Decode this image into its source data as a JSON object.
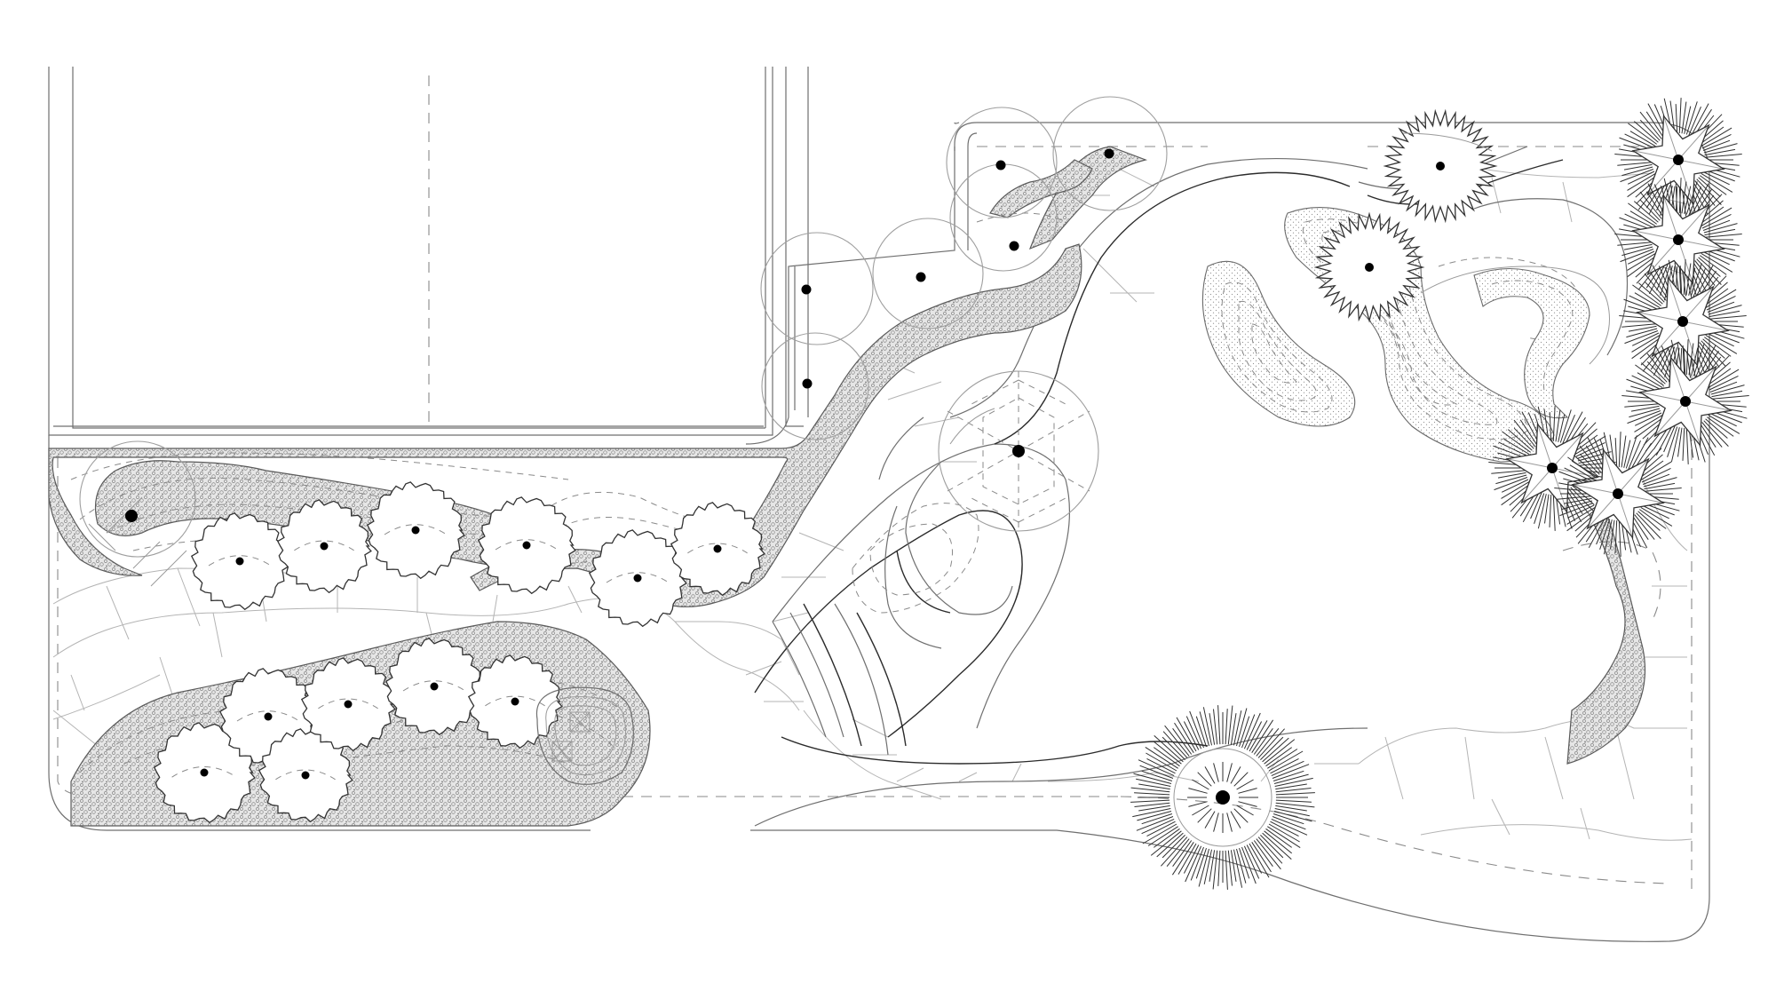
{
  "drawing": {
    "type": "landscape-site-plan",
    "text_labels": []
  },
  "legend_elements": {
    "gravel_beds": "stippled-hatch",
    "paving": "irregular-flagstone",
    "contours": "dashed-lines"
  },
  "colors": {
    "linework": "#6f6f6f",
    "dark_linework": "#2b2b2b",
    "gravel_fill": "#d9d9d9",
    "trunk_dot": "#000000",
    "background": "#ffffff"
  }
}
